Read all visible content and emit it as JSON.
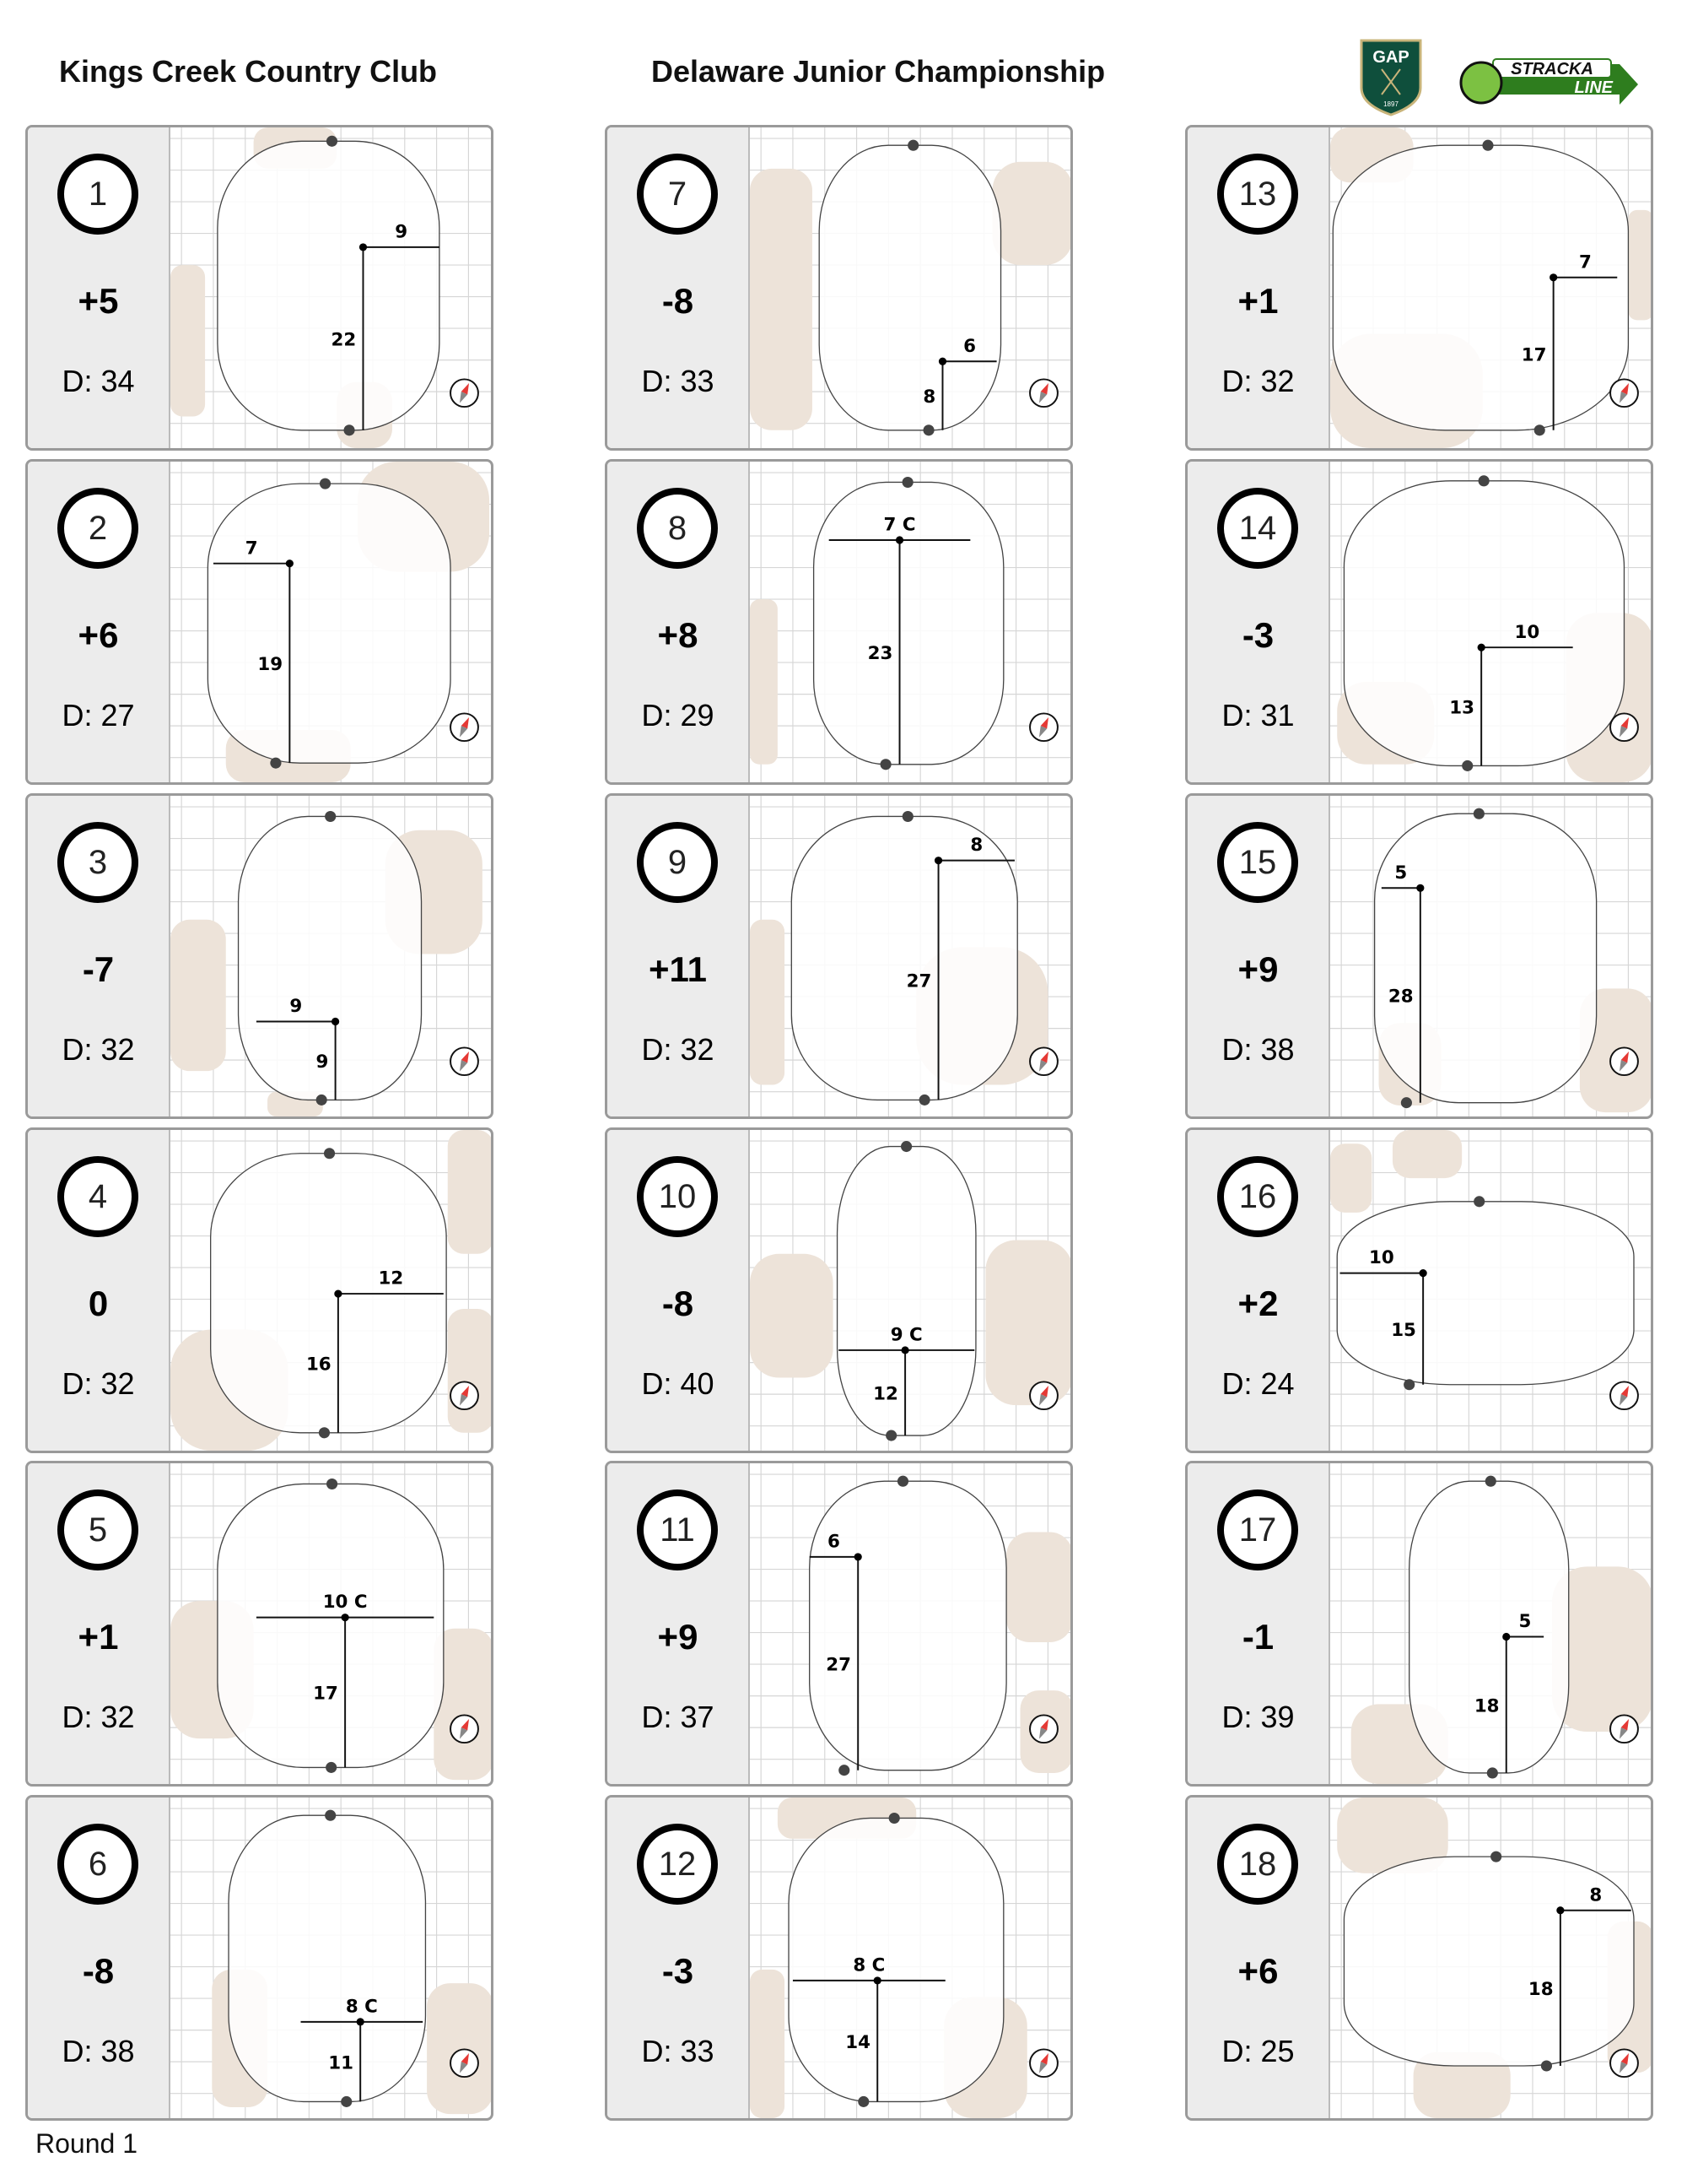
{
  "header": {
    "course": "Kings Creek Country Club",
    "event": "Delaware Junior Championship",
    "logo_gap": {
      "text": "GAP",
      "year": "1897"
    },
    "logo_stracka": {
      "line1": "STRACKA",
      "line2": "LINE"
    }
  },
  "colors": {
    "bunker": "#ede3d9",
    "grid": "#d6d6d6",
    "panel": "#ececec",
    "compass_needle": "#e53935"
  },
  "holes": [
    {
      "number": "1",
      "score": "+5",
      "depth": "D: 34",
      "width_label": "9",
      "length_label": "22"
    },
    {
      "number": "2",
      "score": "+6",
      "depth": "D: 27",
      "width_label": "7",
      "length_label": "19"
    },
    {
      "number": "3",
      "score": "-7",
      "depth": "D: 32",
      "width_label": "9",
      "length_label": "9"
    },
    {
      "number": "4",
      "score": "0",
      "depth": "D: 32",
      "width_label": "12",
      "length_label": "16"
    },
    {
      "number": "5",
      "score": "+1",
      "depth": "D: 32",
      "width_label": "10 C",
      "length_label": "17"
    },
    {
      "number": "6",
      "score": "-8",
      "depth": "D: 38",
      "width_label": "8 C",
      "length_label": "11"
    },
    {
      "number": "7",
      "score": "-8",
      "depth": "D: 33",
      "width_label": "6",
      "length_label": "8"
    },
    {
      "number": "8",
      "score": "+8",
      "depth": "D: 29",
      "width_label": "7 C",
      "length_label": "23"
    },
    {
      "number": "9",
      "score": "+11",
      "depth": "D: 32",
      "width_label": "8",
      "length_label": "27"
    },
    {
      "number": "10",
      "score": "-8",
      "depth": "D: 40",
      "width_label": "9 C",
      "length_label": "12"
    },
    {
      "number": "11",
      "score": "+9",
      "depth": "D: 37",
      "width_label": "6",
      "length_label": "27"
    },
    {
      "number": "12",
      "score": "-3",
      "depth": "D: 33",
      "width_label": "8 C",
      "length_label": "14"
    },
    {
      "number": "13",
      "score": "+1",
      "depth": "D: 32",
      "width_label": "7",
      "length_label": "17"
    },
    {
      "number": "14",
      "score": "-3",
      "depth": "D: 31",
      "width_label": "10",
      "length_label": "13"
    },
    {
      "number": "15",
      "score": "+9",
      "depth": "D: 38",
      "width_label": "5",
      "length_label": "28"
    },
    {
      "number": "16",
      "score": "+2",
      "depth": "D: 24",
      "width_label": "10",
      "length_label": "15"
    },
    {
      "number": "17",
      "score": "-1",
      "depth": "D: 39",
      "width_label": "5",
      "length_label": "18"
    },
    {
      "number": "18",
      "score": "+6",
      "depth": "D: 25",
      "width_label": "8",
      "length_label": "18"
    }
  ],
  "footer": {
    "round": "Round 1"
  }
}
